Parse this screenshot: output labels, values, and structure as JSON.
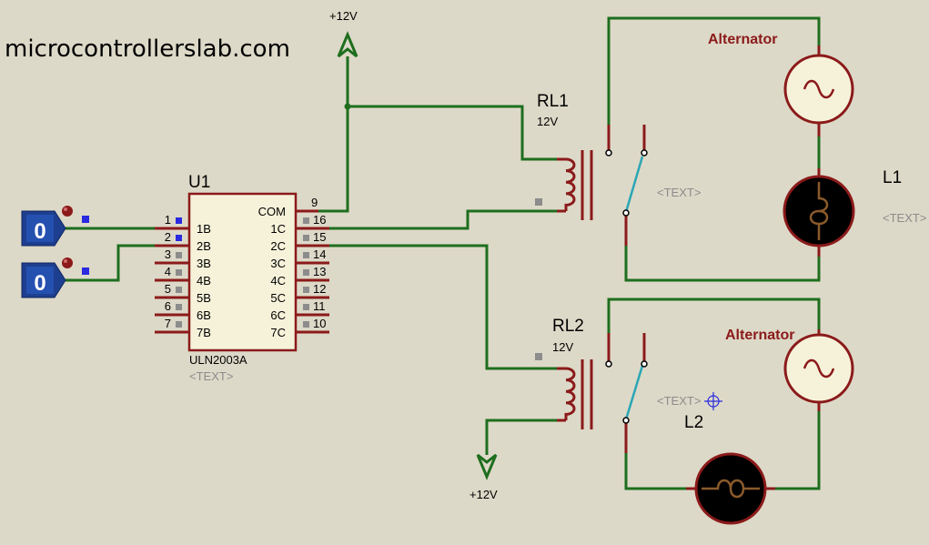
{
  "watermark": "microcontrollerslab.com",
  "supply_top": "+12V",
  "supply_bottom": "+12V",
  "logic_inputs": [
    {
      "value": "0"
    },
    {
      "value": "0"
    }
  ],
  "ic": {
    "ref": "U1",
    "part": "ULN2003A",
    "text_placeholder": "<TEXT>",
    "com_label": "COM",
    "com_pin": "9",
    "inputs": [
      {
        "pin": "1",
        "label": "1B"
      },
      {
        "pin": "2",
        "label": "2B"
      },
      {
        "pin": "3",
        "label": "3B"
      },
      {
        "pin": "4",
        "label": "4B"
      },
      {
        "pin": "5",
        "label": "5B"
      },
      {
        "pin": "6",
        "label": "6B"
      },
      {
        "pin": "7",
        "label": "7B"
      }
    ],
    "outputs": [
      {
        "pin": "16",
        "label": "1C"
      },
      {
        "pin": "15",
        "label": "2C"
      },
      {
        "pin": "14",
        "label": "3C"
      },
      {
        "pin": "13",
        "label": "4C"
      },
      {
        "pin": "12",
        "label": "5C"
      },
      {
        "pin": "11",
        "label": "6C"
      },
      {
        "pin": "10",
        "label": "7C"
      }
    ]
  },
  "relays": [
    {
      "ref": "RL1",
      "value": "12V",
      "text_placeholder": "<TEXT>"
    },
    {
      "ref": "RL2",
      "value": "12V",
      "text_placeholder": "<TEXT>"
    }
  ],
  "sources": [
    {
      "label": "Alternator"
    },
    {
      "label": "Alternator"
    }
  ],
  "lamps": [
    {
      "ref": "L1",
      "text_placeholder": "<TEXT>"
    },
    {
      "ref": "L2"
    }
  ],
  "colors": {
    "background": "#ddd9c8",
    "wire": "#1e6e1e",
    "pin": "#8b1a1a",
    "component_fill": "#f6f2da",
    "component_stroke": "#8b1a1a",
    "text": "#000000",
    "placeholder_text": "#8c8c8c",
    "source_label": "#8b1a1a",
    "switch_blade": "#2aa6b5",
    "logic_probe": "#1e3f8f"
  }
}
